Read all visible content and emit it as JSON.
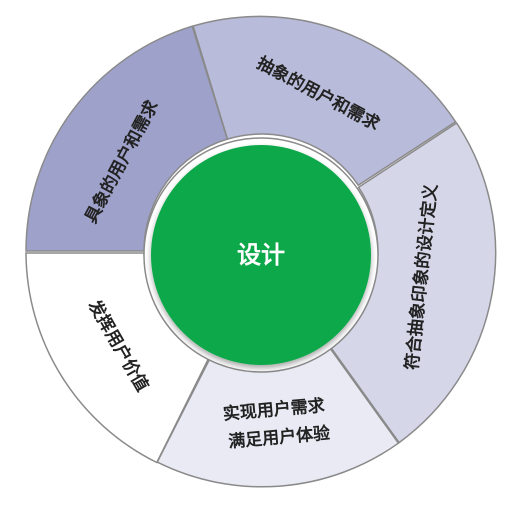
{
  "center": {
    "label": "设计",
    "color": "#0aa84a"
  },
  "segments": [
    {
      "id": "seg-concrete-needs",
      "lines": [
        "具象的用户和需求"
      ],
      "color": "#9ea2cb"
    },
    {
      "id": "seg-abstract-needs",
      "lines": [
        "抽象的用户和需求"
      ],
      "color": "#b8bbda"
    },
    {
      "id": "seg-design-definition",
      "lines": [
        "符合抽象印象的设计定义"
      ],
      "color": "#d5d7e9"
    },
    {
      "id": "seg-realize-needs",
      "lines": [
        "实现用户需求",
        "满足用户体验"
      ],
      "color": "#e9eaf4"
    },
    {
      "id": "seg-user-value",
      "lines": [
        "发挥用户价值"
      ],
      "color": "#ffffff"
    }
  ]
}
